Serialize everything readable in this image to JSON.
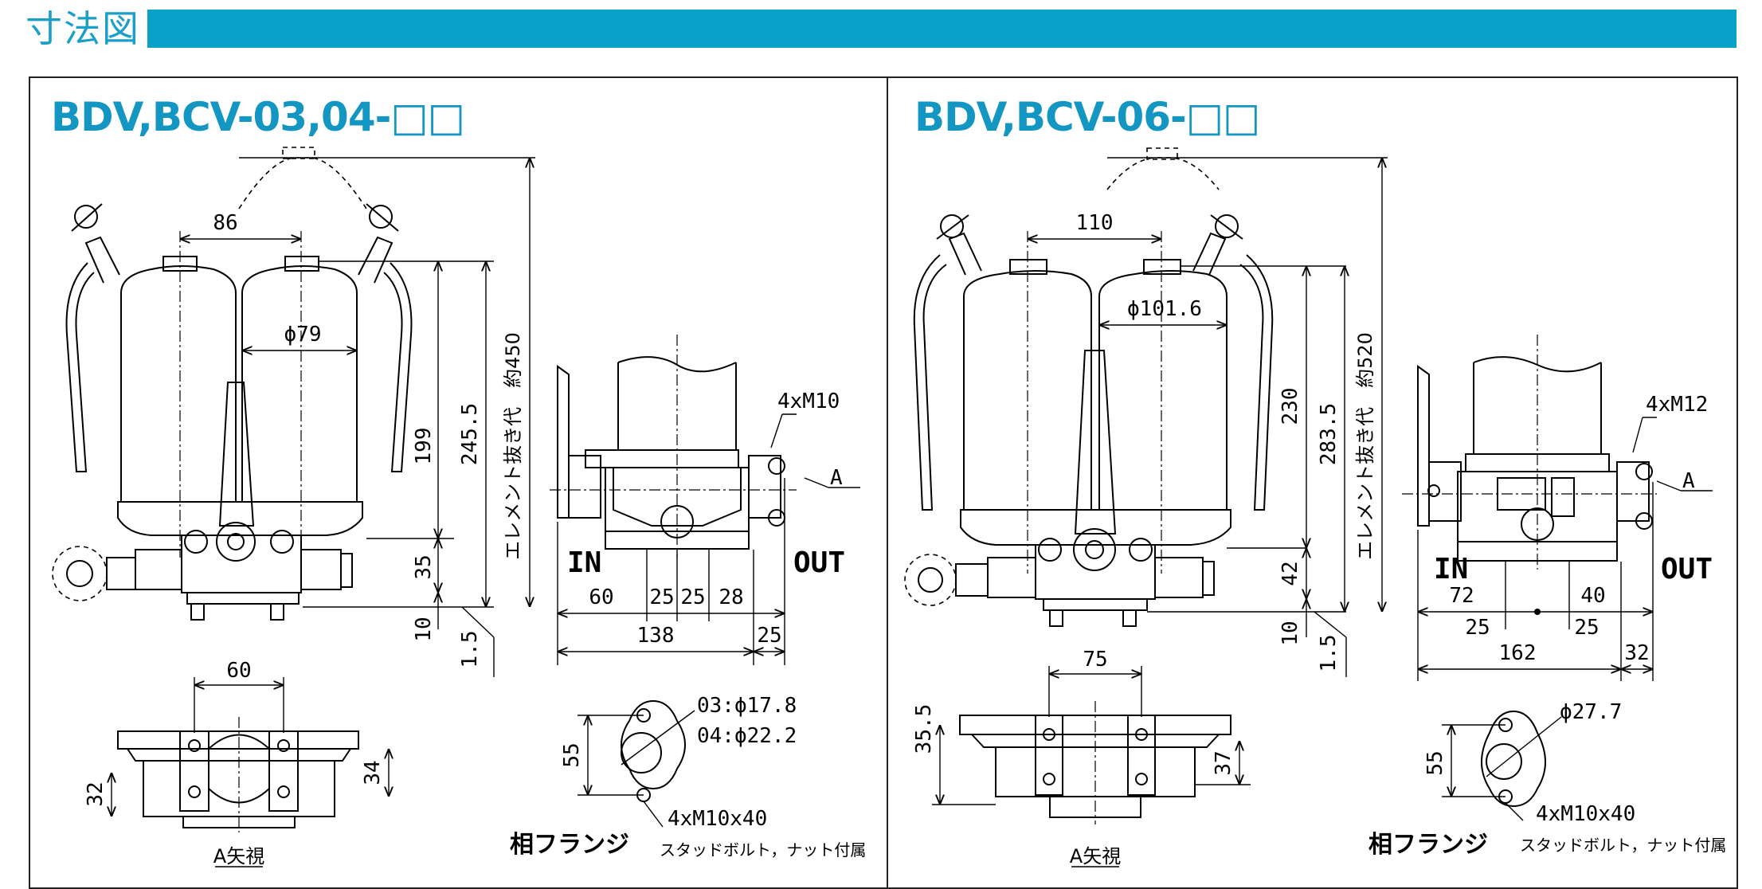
{
  "header": {
    "title": "寸法図",
    "accent_color": "#0aa1c9"
  },
  "left": {
    "model": "BDV,BCV-03,04-□□",
    "dims": {
      "d86": "86",
      "d79": "ϕ79",
      "d199": "199",
      "d245": "245.5",
      "d_elem": "エレメント抜き代　約450",
      "d35": "35",
      "d10": "10",
      "d15": "1.5",
      "thread": "4xM10",
      "in": "IN",
      "out": "OUT",
      "d60": "60",
      "d25a": "25",
      "d25b": "25",
      "d28": "28",
      "d138": "138",
      "d25c": "25",
      "a": "A",
      "av60": "60",
      "av32": "32",
      "av34": "34",
      "a_view": "A矢視",
      "fl55": "55",
      "fl03": "03:ϕ17.8",
      "fl04": "04:ϕ22.2",
      "fl_bolt": "4xM10x40",
      "fl_title": "相フランジ",
      "fl_note": "スタッドボルト，ナット付属"
    }
  },
  "right": {
    "model": "BDV,BCV-06-□□",
    "dims": {
      "d110": "110",
      "d101": "ϕ101.6",
      "d230": "230",
      "d283": "283.5",
      "d_elem": "エレメント抜き代　約520",
      "d42": "42",
      "d10": "10",
      "d15": "1.5",
      "thread": "4xM12",
      "in": "IN",
      "out": "OUT",
      "d72": "72",
      "d40": "40",
      "d25a": "25",
      "d25b": "25",
      "d162": "162",
      "d32": "32",
      "a": "A",
      "av75": "75",
      "av355": "35.5",
      "av37": "37",
      "a_view": "A矢視",
      "fl55": "55",
      "fl277": "ϕ27.7",
      "fl_bolt": "4xM10x40",
      "fl_title": "相フランジ",
      "fl_note": "スタッドボルト，ナット付属"
    }
  }
}
